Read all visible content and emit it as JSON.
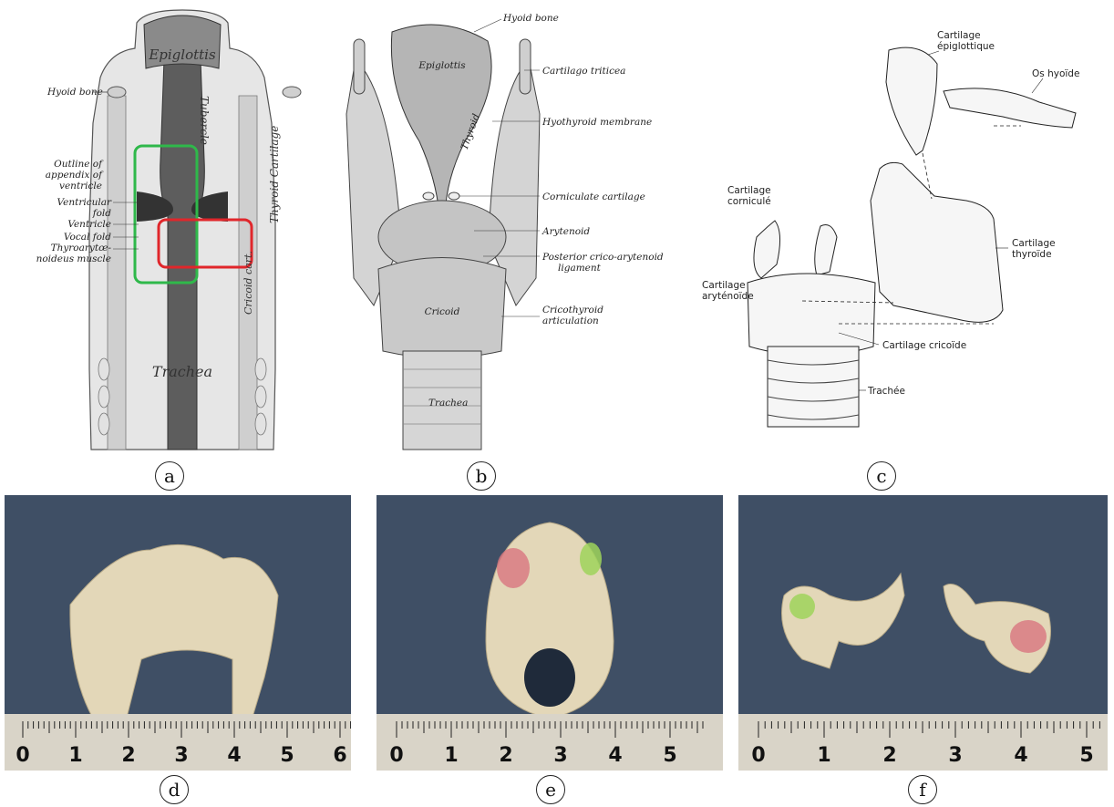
{
  "panel_labels": [
    "a",
    "b",
    "c",
    "d",
    "e",
    "f"
  ],
  "panel_a": {
    "labels": {
      "epiglottis": "Epiglottis",
      "hyoid": "Hyoid bone",
      "tubercle": "Tubercle",
      "outline1": "Outline of",
      "outline2": "appendix of",
      "outline3": "ventricle",
      "ventricular1": "Ventricular",
      "ventricular2": "fold",
      "ventricle": "Ventricle",
      "vocal_fold": "Vocal fold",
      "thyro1": "Thyroarytœ-",
      "thyro2": "noideus muscle",
      "thyroid_cartilage": "Thyroid Cartilage",
      "cricoid": "Cricoid cart.",
      "trachea": "Trachea"
    },
    "box_colors": {
      "green": "#2fb84a",
      "red": "#e0262b"
    }
  },
  "panel_b": {
    "labels": {
      "hyoid": "Hyoid bone",
      "epiglottis": "Epiglottis",
      "triticea": "Cartilago triticea",
      "hyothyroid": "Hyothyroid membrane",
      "thyroid": "Thyroid",
      "corniculate": "Corniculate cartilage",
      "arytenoid": "Arytenoid",
      "posterior1": "Posterior crico-arytenoid",
      "posterior2": "ligament",
      "cricoid": "Cricoid",
      "cricothyroid1": "Cricothyroid",
      "cricothyroid2": "articulation",
      "trachea": "Trachea"
    }
  },
  "panel_c": {
    "labels": {
      "epiglottique1": "Cartilage",
      "epiglottique2": "épiglottique",
      "hyoide": "Os hyoïde",
      "corniculate1": "Cartilage",
      "corniculate2": "corniculé",
      "thyroide1": "Cartilage",
      "thyroide2": "thyroïde",
      "arytenoide1": "Cartilage",
      "arytenoide2": "aryténoïde",
      "cricoide": "Cartilage cricoïde",
      "trachee": "Trachée"
    }
  },
  "ruler_numbers": {
    "d": [
      "0",
      "1",
      "2",
      "3",
      "4",
      "5",
      "6"
    ],
    "e": [
      "0",
      "1",
      "2",
      "3",
      "4",
      "5"
    ],
    "f": [
      "0",
      "1",
      "2",
      "3",
      "4",
      "5"
    ]
  },
  "colors": {
    "photo_background": "#3f4f65",
    "model_color": "#e3d7b8",
    "ruler": "#d9d4c8",
    "highlight_red": "#d8757f",
    "highlight_green": "#9fd35a"
  }
}
